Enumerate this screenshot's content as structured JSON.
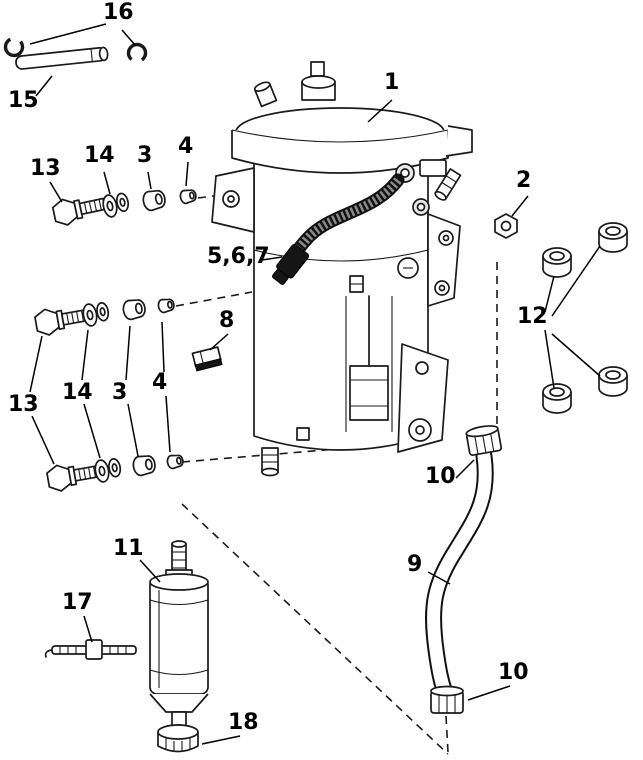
{
  "labels": {
    "l1": "1",
    "l2": "2",
    "l3a": "3",
    "l3b": "3",
    "l4a": "4",
    "l4b": "4",
    "l567": "5,6,7",
    "l8": "8",
    "l9": "9",
    "l10a": "10",
    "l10b": "10",
    "l11": "11",
    "l12": "12",
    "l13a": "13",
    "l13b": "13",
    "l14a": "14",
    "l14b": "14",
    "l15": "15",
    "l16": "16",
    "l17": "17",
    "l18": "18"
  },
  "colors": {
    "line": "#1a1a1a",
    "background": "#ffffff",
    "shade": "#e9e9e9",
    "connector": "#151515"
  }
}
